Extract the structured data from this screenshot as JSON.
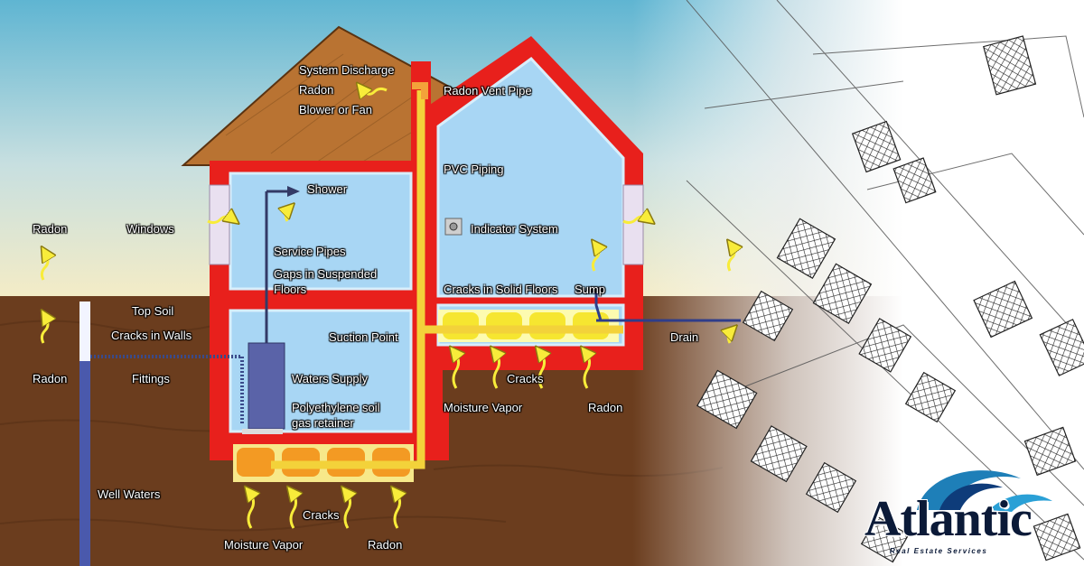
{
  "labels": {
    "system_discharge": "System Discharge",
    "radon_top": "Radon",
    "blower_fan": "Blower or Fan",
    "radon_vent_pipe": "Radon Vent Pipe",
    "pvc_piping": "PVC Piping",
    "shower": "Shower",
    "indicator_system": "Indicator System",
    "radon_left": "Radon",
    "windows": "Windows",
    "service_pipes": "Service Pipes",
    "gaps_line1": "Gaps in Suspended",
    "gaps_line2": "Floors",
    "cracks_solid_floors": "Cracks in Solid Floors",
    "sump": "Sump",
    "top_soil": "Top Soil",
    "cracks_in_walls": "Cracks in Walls",
    "suction_point": "Suction Point",
    "drain": "Drain",
    "radon_ground_left": "Radon",
    "fittings": "Fittings",
    "waters_supply": "Waters Supply",
    "cracks_right": "Cracks",
    "poly_line1": "Polyethylene soil",
    "poly_line2": "gas retainer",
    "moisture_vapor_right": "Moisture Vapor",
    "radon_right": "Radon",
    "well_waters": "Well Waters",
    "cracks_bottom": "Cracks",
    "moisture_vapor_bottom": "Moisture Vapor",
    "radon_bottom": "Radon"
  },
  "logo": {
    "word": "Atlantic",
    "subtitle": "Real Estate Services"
  },
  "colors": {
    "wall_red": "#e8201c",
    "room_blue": "#a8d6f4",
    "roof_brown": "#b97332",
    "soil_brown": "#6b3d1e",
    "pipe_yellow": "#f3d23a",
    "gravel_orange": "#f39a23",
    "arrow_yellow": "#f8ec3a",
    "logo_navy": "#0b1a38"
  }
}
